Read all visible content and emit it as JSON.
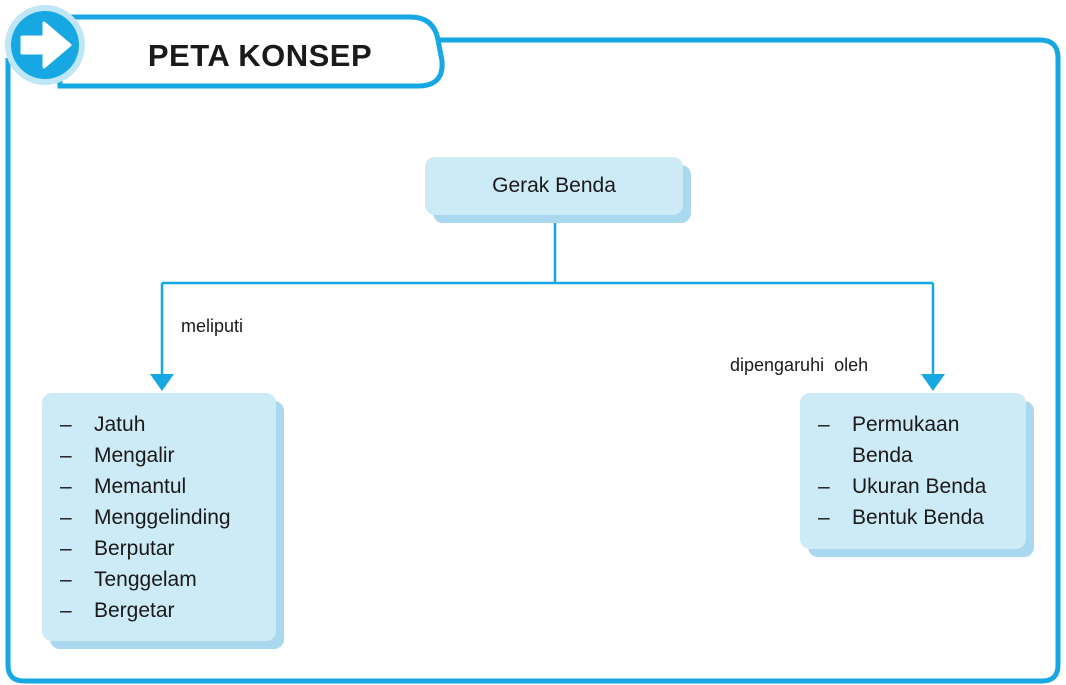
{
  "header": {
    "title": "PETA KONSEP"
  },
  "colors": {
    "frame_stroke": "#17a8e3",
    "node_fill": "#cdeaf7",
    "node_shadow": "#a9d8ef",
    "connector": "#17a8e3"
  },
  "icon": "arrow-right-icon",
  "root": {
    "label": "Gerak Benda"
  },
  "branches": {
    "left": {
      "relation": "meliputi",
      "items": [
        "Jatuh",
        "Mengalir",
        "Memantul",
        "Menggelinding",
        "Berputar",
        "Tenggelam",
        "Bergetar"
      ]
    },
    "right": {
      "relation": "dipengaruhi  oleh",
      "items": [
        "Permukaan Benda",
        "Ukuran Benda",
        "Bentuk Benda"
      ]
    }
  }
}
